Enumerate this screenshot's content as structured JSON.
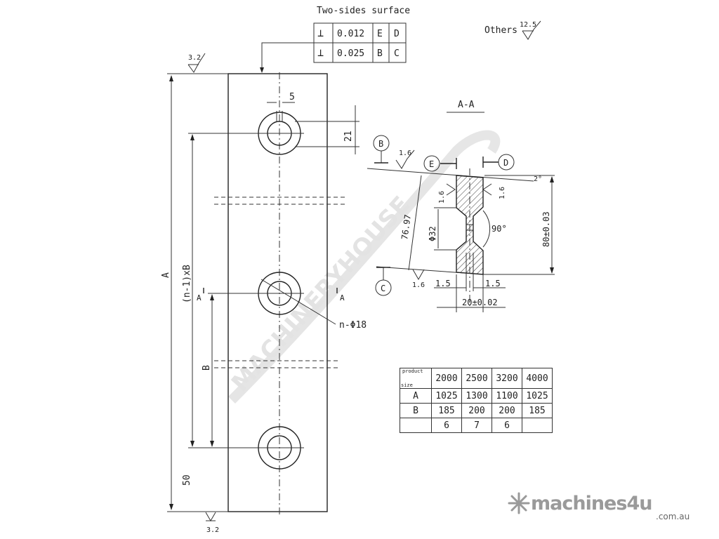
{
  "header": {
    "surface_title": "Two-sides surface",
    "others_label": "Others",
    "others_roughness": "12.5"
  },
  "tolerance_frame": [
    {
      "symbol": "⊥",
      "value": "0.012",
      "datum1": "E",
      "datum2": "D"
    },
    {
      "symbol": "⊥",
      "value": "0.025",
      "datum1": "B",
      "datum2": "C"
    }
  ],
  "front_view": {
    "roughness_top": "3.2",
    "roughness_bottom": "3.2",
    "dim_keyway": "5",
    "dim_21": "21",
    "dim_total": "A",
    "dim_pitch": "(n-1)xB",
    "dim_b": "B",
    "dim_50": "50",
    "hole_callout": "n-Φ18",
    "section_mark_left": "A",
    "section_mark_right": "A"
  },
  "section_view": {
    "title": "A-A",
    "datum_b": "B",
    "datum_c": "C",
    "datum_d": "D",
    "datum_e": "E",
    "rough_b": "1.6",
    "rough_c": "1.6",
    "rough_e": "1.6",
    "rough_d": "1.6",
    "angle_small": "2°",
    "dim_diag": "76.97",
    "dim_dia": "Φ32",
    "angle_90": "90°",
    "dim_height": "80±0.03",
    "dim_l15": "1.5",
    "dim_r15": "1.5",
    "dim_width": "20±0.02"
  },
  "spec_table": {
    "corner_top": "product",
    "corner_bottom": "size",
    "columns": [
      "2000",
      "2500",
      "3200",
      "4000"
    ],
    "rows": [
      {
        "label": "A",
        "values": [
          "1025",
          "1300",
          "1100",
          "1025"
        ]
      },
      {
        "label": "B",
        "values": [
          "185",
          "200",
          "200",
          "185"
        ]
      },
      {
        "label": "",
        "values": [
          "6",
          "7",
          "6",
          ""
        ]
      }
    ]
  },
  "watermark": "MACHINERYHOUSE",
  "logo": {
    "name": "machines4u",
    "domain": ".com.au"
  }
}
